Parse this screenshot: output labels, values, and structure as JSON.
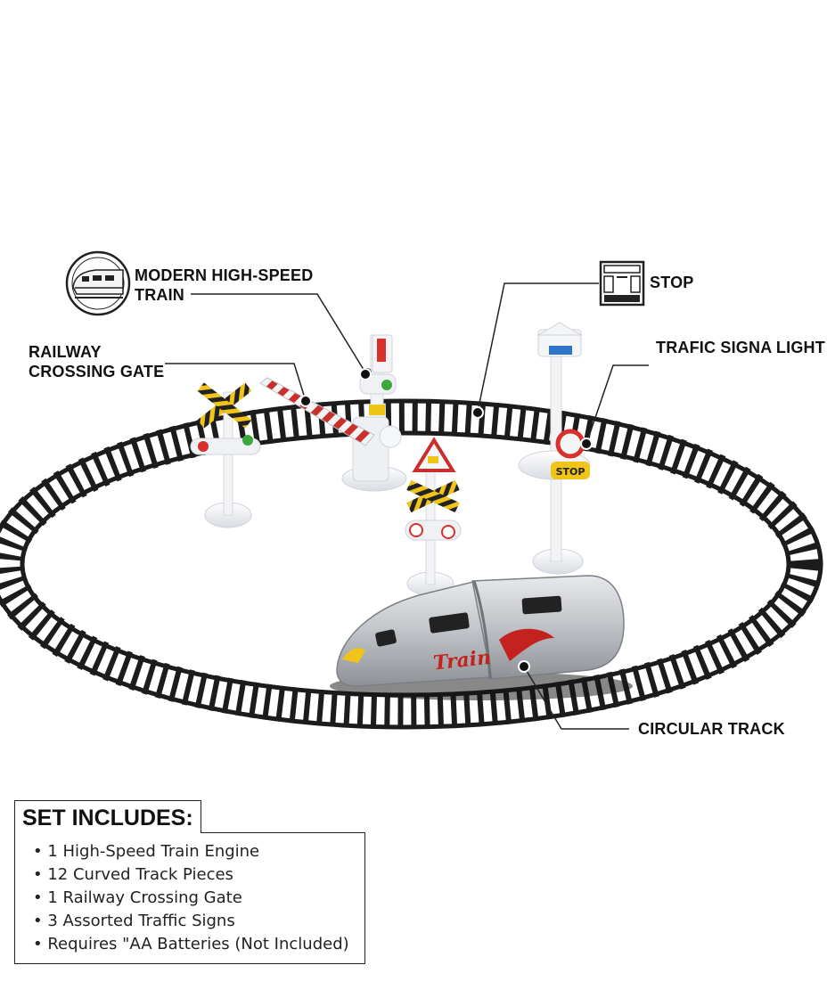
{
  "labels": {
    "train": [
      "MODERN HIGH-SPEED",
      "TRAIN"
    ],
    "stop": "STOP",
    "gate": [
      "RAILWAY",
      "CROSSING GATE"
    ],
    "signal": "TRAFIC SIGNA LIGHT",
    "track": "CIRCULAR TRACK"
  },
  "train_logo": "Train",
  "stop_sign_text": "STOP",
  "set_includes": {
    "title": "SET INCLUDES:",
    "items": [
      "1 High-Speed Train Engine",
      "12 Curved Track Pieces",
      "1 Railway Crossing Gate",
      "3 Assorted Traffic Signs",
      "Requires \"AA Batteries (Not Included)"
    ]
  },
  "icons": [
    "train-icon",
    "control-panel-icon"
  ],
  "colors": {
    "track": "#1c1c1c",
    "train_body": "#b9bcc0",
    "sign_base": "#eceef2",
    "hazard_yellow": "#f0c419",
    "signal_red": "#d9302c",
    "signal_green": "#3aa83a",
    "logo_red": "#c4221e"
  }
}
